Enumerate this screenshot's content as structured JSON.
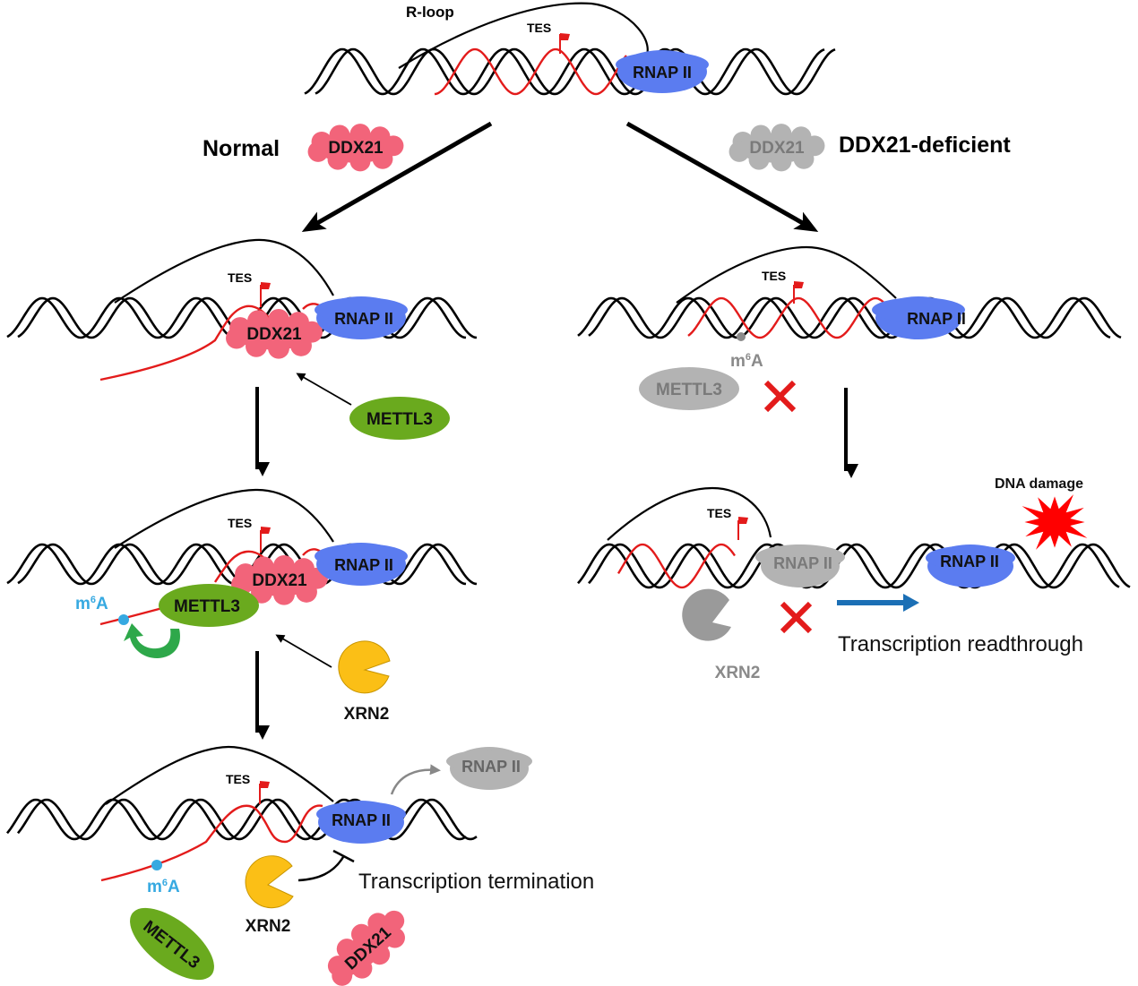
{
  "figure": {
    "top": {
      "rloop_label": "R-loop",
      "tes_label": "TES",
      "rnap_label": "RNAP II"
    },
    "branches": {
      "normal": {
        "title": "Normal",
        "factor_label": "DDX21"
      },
      "deficient": {
        "title": "DDX21-deficient",
        "factor_label": "DDX21"
      }
    },
    "normal_step1": {
      "tes_label": "TES",
      "ddx21_label": "DDX21",
      "rnap_label": "RNAP II",
      "mettl3_label": "METTL3"
    },
    "normal_step2": {
      "tes_label": "TES",
      "ddx21_label": "DDX21",
      "rnap_label": "RNAP II",
      "mettl3_label": "METTL3",
      "m6a_label_m": "m",
      "m6a_label_sup": "6",
      "m6a_label_a": "A",
      "xrn2_label": "XRN2"
    },
    "normal_step3": {
      "tes_label": "TES",
      "rnap_label": "RNAP II",
      "released_rnap_label": "RNAP II",
      "m6a_label_m": "m",
      "m6a_label_sup": "6",
      "m6a_label_a": "A",
      "xrn2_label": "XRN2",
      "mettl3_label": "METTL3",
      "ddx21_label": "DDX21",
      "outcome": "Transcription termination"
    },
    "deficient_step1": {
      "tes_label": "TES",
      "rnap_label": "RNAP II",
      "m6a_label_m": "m",
      "m6a_label_sup": "6",
      "m6a_label_a": "A",
      "mettl3_label": "METTL3"
    },
    "deficient_step2": {
      "tes_label": "TES",
      "stalled_rnap_label": "RNAP II",
      "rnap_label": "RNAP II",
      "xrn2_label": "XRN2",
      "damage_label": "DNA damage",
      "outcome": "Transcription readthrough"
    },
    "colors": {
      "ddx21": "#f2647a",
      "rnap": "#5b7cf0",
      "mettl3": "#6aaa1e",
      "xrn2": "#fbbf16",
      "inactive": "#b3b3b3",
      "rna": "#e31b1b",
      "m6a": "#36a9e1",
      "readthrough_arrow": "#1b6fb5",
      "recycle_arrow": "#2ea84a",
      "damage": "#ff0000"
    }
  }
}
